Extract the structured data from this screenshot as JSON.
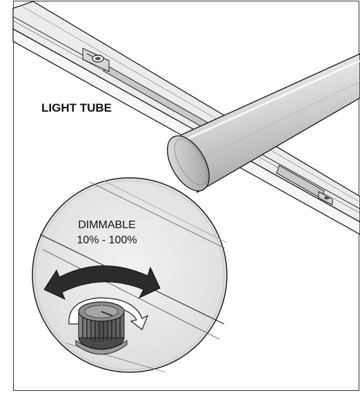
{
  "labels": {
    "light_tube": "LIGHT TUBE",
    "dimmable_line1": "DIMMABLE",
    "dimmable_line2": "10% - 100%"
  },
  "colors": {
    "outline": "#1a1a1a",
    "rail_face": "#f2f2f2",
    "rail_top": "#e2e2e2",
    "rail_slot": "#cfcfcf",
    "tube_light": "#f6f6f6",
    "tube_mid": "#d4d4d4",
    "tube_dark": "#9a9a9a",
    "detail_circle": "#e9e9e9",
    "arrow_fill": "#2b2b2b",
    "knob_dark": "#5c5c5c",
    "knob_ridges": "#3a3a3a"
  },
  "icons": [
    "dimmer-knob-icon",
    "rotate-double-arrow-icon",
    "rotate-arrow-icon"
  ]
}
